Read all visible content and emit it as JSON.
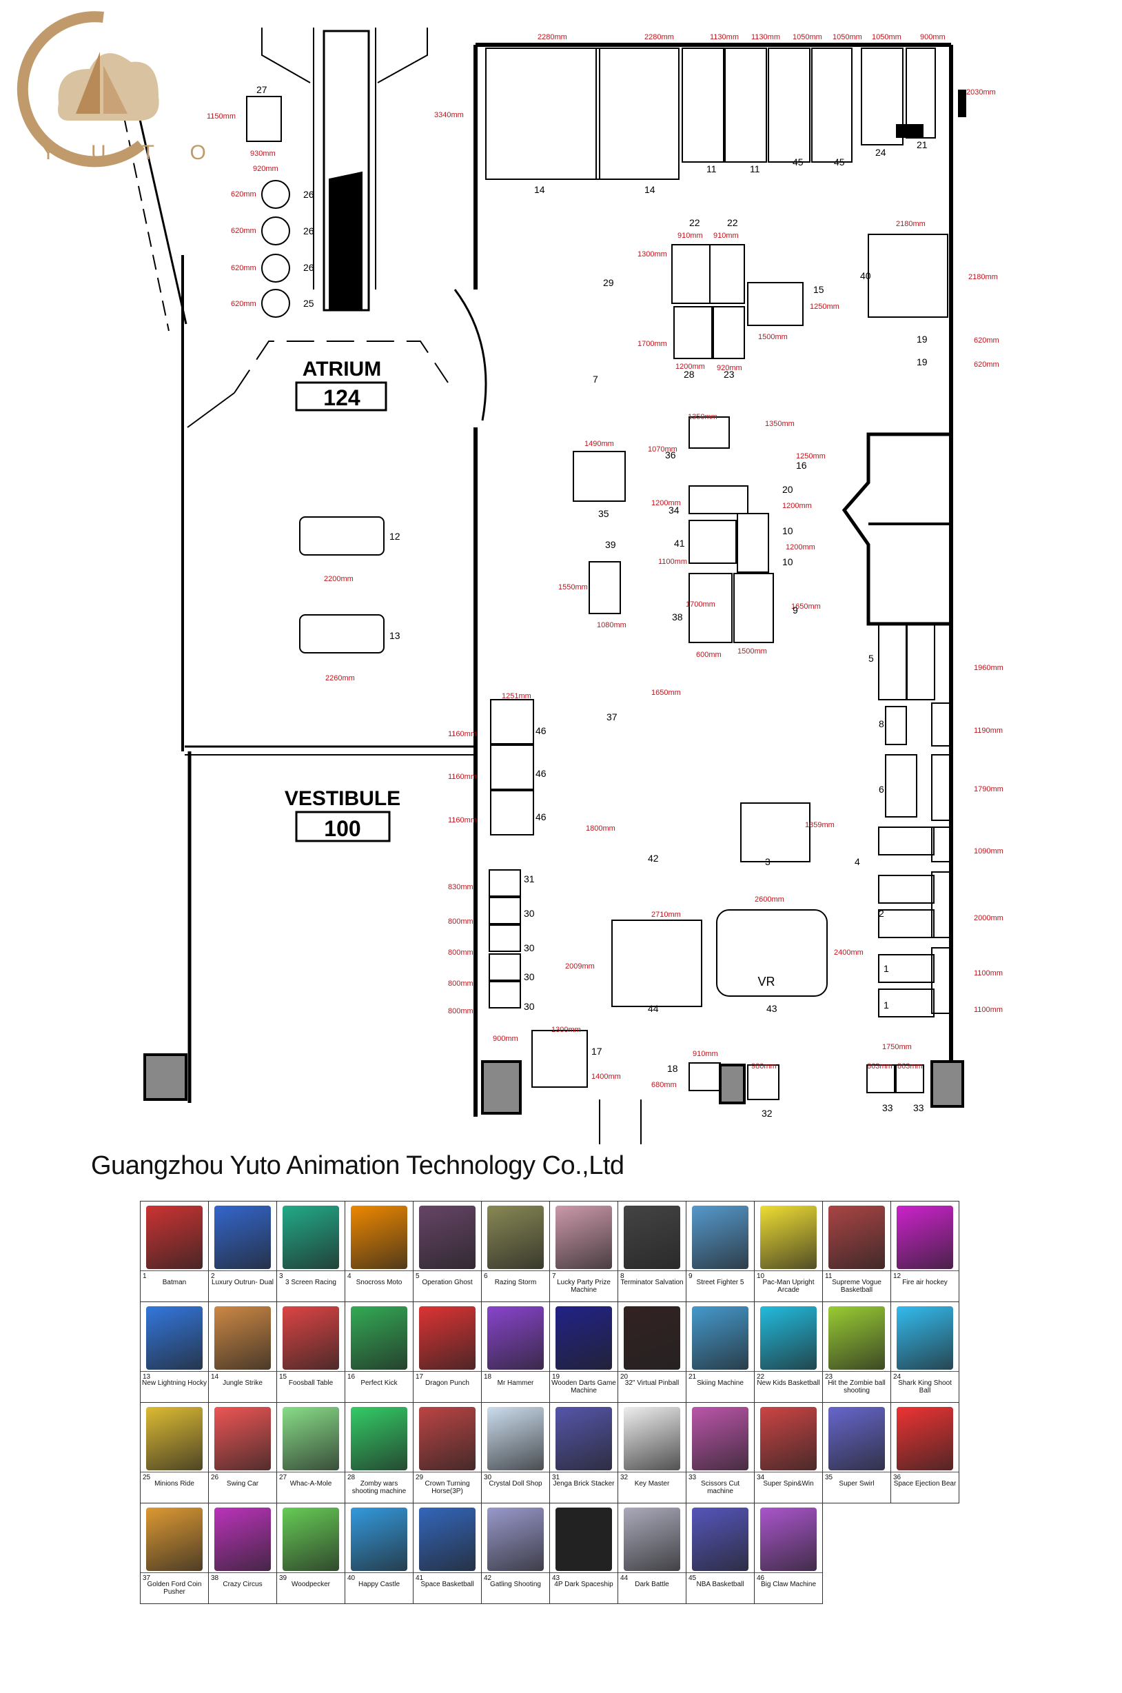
{
  "logo": {
    "text": "YUTO",
    "brand_color": "#c09a6a"
  },
  "company": "Guangzhou Yuto Animation Technology Co.,Ltd",
  "plan": {
    "rooms": [
      {
        "name": "ATRIUM",
        "number": "124"
      },
      {
        "name": "VESTIBULE",
        "number": "100"
      }
    ],
    "dimension_color": "#c0141c",
    "labels": {
      "top_dims": [
        "2280mm",
        "2280mm",
        "1130mm",
        "1130mm",
        "1050mm",
        "1050mm",
        "1050mm",
        "900mm"
      ],
      "d3340": "3340mm",
      "d2030": "2030mm",
      "d1150": "1150mm",
      "d930": "930mm",
      "d920": "920mm",
      "d620": "620mm",
      "d1300": "1300mm",
      "d910": "910mm",
      "d2180": "2180mm",
      "d1250": "1250mm",
      "d1500": "1500mm",
      "d1700": "1700mm",
      "d1200": "1200mm",
      "d920b": "920mm",
      "d1350": "1350mm",
      "d1070": "1070mm",
      "d1490": "1490mm",
      "d1100": "1100mm",
      "d1550": "1550mm",
      "d1080": "1080mm",
      "d1650": "1650mm",
      "d600": "600mm",
      "d1960": "1960mm",
      "d1190": "1190mm",
      "d1790": "1790mm",
      "d1090": "1090mm",
      "d2000": "2000mm",
      "d2200": "2200mm",
      "d2260": "2260mm",
      "d1251": "1251mm",
      "d1160": "1160mm",
      "d830": "830mm",
      "d800": "800mm",
      "d900": "900mm",
      "d1800": "1800mm",
      "d1859": "1859mm",
      "d2710": "2710mm",
      "d2600": "2600mm",
      "d2009": "2009mm",
      "d2400": "2400mm",
      "d1400": "1400mm",
      "d680": "680mm",
      "d980": "980mm",
      "d863": "863mm",
      "d1750": "1750mm",
      "vr": "VR"
    }
  },
  "catalog": [
    {
      "n": "1",
      "name": "Batman"
    },
    {
      "n": "2",
      "name": "Luxury Outrun- Dual"
    },
    {
      "n": "3",
      "name": "3 Screen Racing"
    },
    {
      "n": "4",
      "name": "Snocross Moto"
    },
    {
      "n": "5",
      "name": "Operation Ghost"
    },
    {
      "n": "6",
      "name": "Razing Storm"
    },
    {
      "n": "7",
      "name": "Lucky Party Prize Machine"
    },
    {
      "n": "8",
      "name": "Terminator Salvation"
    },
    {
      "n": "9",
      "name": "Street Fighter 5"
    },
    {
      "n": "10",
      "name": "Pac-Man Upright Arcade"
    },
    {
      "n": "11",
      "name": "Supreme Vogue Basketball"
    },
    {
      "n": "12",
      "name": "Fire air hockey"
    },
    {
      "n": "13",
      "name": "New Lightning Hocky"
    },
    {
      "n": "14",
      "name": "Jungle Strike"
    },
    {
      "n": "15",
      "name": "Foosball Table"
    },
    {
      "n": "16",
      "name": "Perfect Kick"
    },
    {
      "n": "17",
      "name": "Dragon Punch"
    },
    {
      "n": "18",
      "name": "Mr Hammer"
    },
    {
      "n": "19",
      "name": "Wooden Darts Game Machine"
    },
    {
      "n": "20",
      "name": "32\" Virtual Pinball"
    },
    {
      "n": "21",
      "name": "Skiing Machine"
    },
    {
      "n": "22",
      "name": "New Kids Basketball"
    },
    {
      "n": "23",
      "name": "Hit the Zombie ball shooting"
    },
    {
      "n": "24",
      "name": "Shark King Shoot Ball"
    },
    {
      "n": "25",
      "name": "Minions Ride"
    },
    {
      "n": "26",
      "name": "Swing Car"
    },
    {
      "n": "27",
      "name": "Whac-A-Mole"
    },
    {
      "n": "28",
      "name": "Zomby wars shooting machine"
    },
    {
      "n": "29",
      "name": "Crown Turning Horse(3P)"
    },
    {
      "n": "30",
      "name": "Crystal Doll Shop"
    },
    {
      "n": "31",
      "name": "Jenga Brick Stacker"
    },
    {
      "n": "32",
      "name": "Key Master"
    },
    {
      "n": "33",
      "name": "Scissors Cut machine"
    },
    {
      "n": "34",
      "name": "Super Spin&Win"
    },
    {
      "n": "35",
      "name": "Super Swirl"
    },
    {
      "n": "36",
      "name": "Space Ejection Bear"
    },
    {
      "n": "37",
      "name": "Golden Ford Coin Pusher"
    },
    {
      "n": "38",
      "name": "Crazy Circus"
    },
    {
      "n": "39",
      "name": "Woodpecker"
    },
    {
      "n": "40",
      "name": "Happy Castle"
    },
    {
      "n": "41",
      "name": "Space Basketball"
    },
    {
      "n": "42",
      "name": "Gatling Shooting"
    },
    {
      "n": "43",
      "name": "4P Dark Spaceship"
    },
    {
      "n": "44",
      "name": "Dark Battle"
    },
    {
      "n": "45",
      "name": "NBA Basketball"
    },
    {
      "n": "46",
      "name": "Big Claw Machine"
    }
  ],
  "thumb_colors": [
    "#c33",
    "#36c",
    "#2a8",
    "#e80",
    "#646",
    "#885",
    "#c9a",
    "#444",
    "#59c",
    "#ed3",
    "#a44",
    "#c2c",
    "#37d",
    "#c84",
    "#d44",
    "#3a5",
    "#d33",
    "#84c",
    "#228",
    "#322",
    "#49c",
    "#2bd",
    "#9c3",
    "#3be",
    "#db3",
    "#e55",
    "#8d8",
    "#3c6",
    "#b44",
    "#cde",
    "#55a",
    "#eee",
    "#b5a",
    "#c44",
    "#66c",
    "#e33",
    "#d93",
    "#b3b",
    "#6c5",
    "#39d",
    "#36b",
    "#99c",
    "#222",
    "#aab",
    "#55b",
    "#a5c"
  ]
}
